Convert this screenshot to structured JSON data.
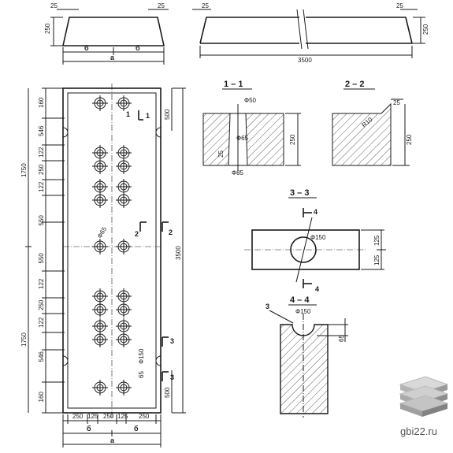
{
  "elevation_top": {
    "d_left": "25",
    "d_right": "25",
    "height": "250"
  },
  "elevation_long": {
    "d_left": "25",
    "d_right": "25",
    "height": "250",
    "length": "3500"
  },
  "elevation_bottom_labels": {
    "b1": "б",
    "b2": "б",
    "a": "a"
  },
  "plan": {
    "left_dims": [
      "160",
      "546",
      "122",
      "250",
      "122",
      "550",
      "550",
      "122",
      "250",
      "122",
      "546",
      "160"
    ],
    "left_totals": [
      "1750",
      "1750"
    ],
    "right_dims": [
      "500",
      "3500",
      "500"
    ],
    "bottom_dims": [
      "250",
      "125",
      "250",
      "125",
      "250"
    ],
    "bottom_b": [
      "б",
      "б"
    ],
    "bottom_a": "a",
    "hole_label": "Ф65",
    "hole_label_2": "Ф150",
    "hole_depth": "65",
    "cut_labels": [
      "1",
      "1",
      "2",
      "2",
      "3",
      "3"
    ]
  },
  "section_1": {
    "title": "1 – 1",
    "d_top": "Ф50",
    "d_mid": "Ф65",
    "d_bot": "Ф85",
    "height": "250",
    "small": "25"
  },
  "section_2": {
    "title": "2 – 2",
    "chamfer": "25",
    "radius": "R10",
    "height": "250"
  },
  "section_3": {
    "title": "3 – 3",
    "hole": "Ф150",
    "dim_a": "125",
    "dim_b": "125",
    "cut_top": "4",
    "cut_bot": "4"
  },
  "section_4": {
    "title": "4 – 4",
    "hole": "Ф150",
    "depth": "65",
    "callout": "3"
  },
  "watermark": {
    "text": "gbi22.ru"
  }
}
